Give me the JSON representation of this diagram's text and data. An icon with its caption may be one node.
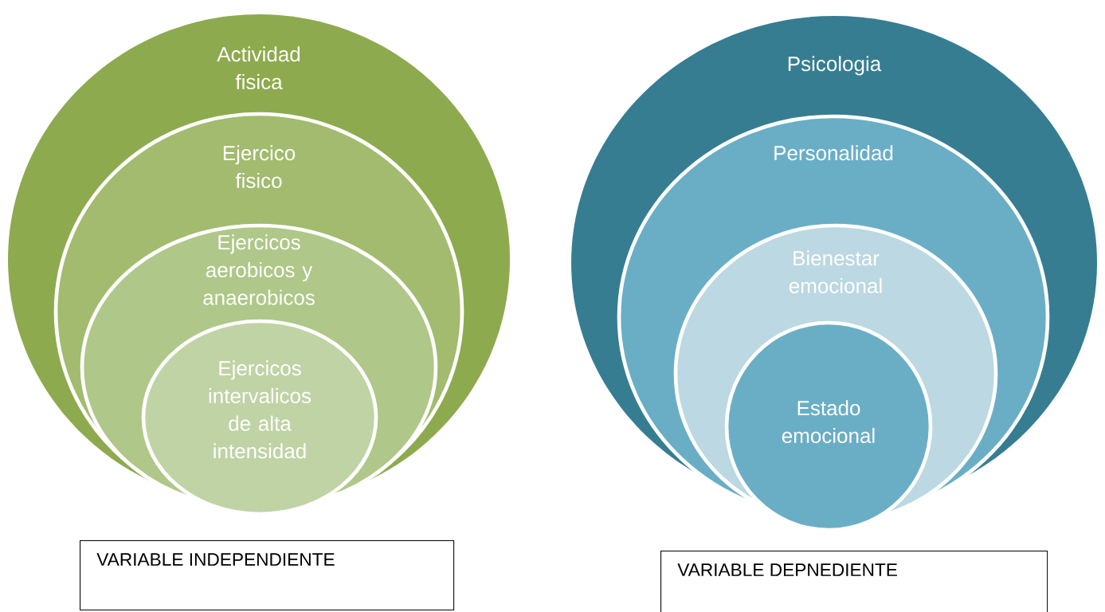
{
  "diagram": {
    "nodes": [
      {
        "text": [
          "Actividad fisica"
        ]
      },
      {
        "text": [
          "Ejercico fisico"
        ],
        "in": 0
      },
      {
        "text": [
          "Ejercicos aerobicos y anaerobicos"
        ],
        "in": 1
      },
      {
        "text": [
          "Ejercicos intervalicos de alta intensidad"
        ],
        "in": 2
      },
      {
        "text": [
          "VARIABLE INDEPENDIENTE"
        ]
      },
      {
        "text": [
          "Psicologia"
        ]
      },
      {
        "text": [
          "Personalidad"
        ],
        "in": 5
      },
      {
        "text": [
          "Bienestar emocional"
        ],
        "in": 6
      },
      {
        "text": [
          "Estado emocional"
        ],
        "in": 7
      },
      {
        "text": [
          "VARIABLE DEPNEDIENTE"
        ]
      }
    ]
  }
}
